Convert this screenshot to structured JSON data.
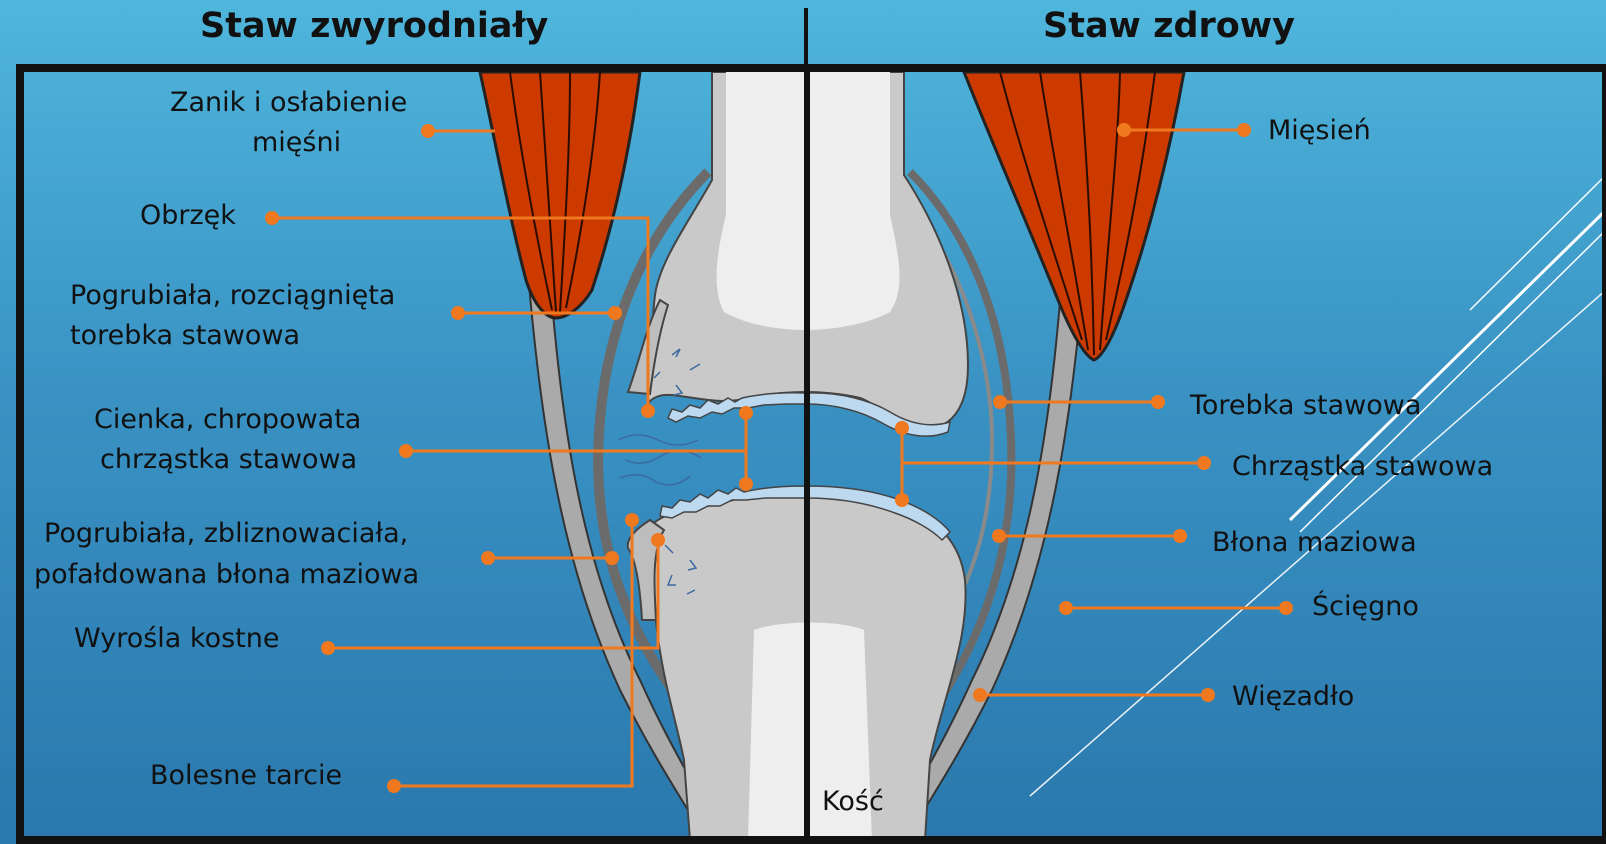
{
  "headings": {
    "degenerated": "Staw zwyrodniały",
    "healthy": "Staw zdrowy"
  },
  "labels_degenerated": [
    {
      "key": "muscle_weakness",
      "lines": [
        "Zanik i osłabienie",
        "mięśni"
      ]
    },
    {
      "key": "swelling",
      "lines": [
        "Obrzęk"
      ]
    },
    {
      "key": "thick_capsule",
      "lines": [
        "Pogrubiała, rozciągnięta",
        "torebka stawowa"
      ]
    },
    {
      "key": "thin_cartilage",
      "lines": [
        "Cienka, chropowata",
        "chrząstka stawowa"
      ]
    },
    {
      "key": "scarred_membrane",
      "lines": [
        "Pogrubiała, zbliznowaciała,",
        "pofałdowana błona maziowa"
      ]
    },
    {
      "key": "bone_spurs",
      "lines": [
        "Wyrośla kostne"
      ]
    },
    {
      "key": "painful_friction",
      "lines": [
        "Bolesne tarcie"
      ]
    }
  ],
  "labels_healthy": [
    {
      "key": "muscle",
      "lines": [
        "Mięsień"
      ]
    },
    {
      "key": "capsule",
      "lines": [
        "Torebka stawowa"
      ]
    },
    {
      "key": "cartilage",
      "lines": [
        "Chrząstka stawowa"
      ]
    },
    {
      "key": "membrane",
      "lines": [
        "Błona maziowa"
      ]
    },
    {
      "key": "tendon",
      "lines": [
        "Ścięgno"
      ]
    },
    {
      "key": "ligament",
      "lines": [
        "Więzadło"
      ]
    }
  ],
  "bone_label": "Kość",
  "colors": {
    "callout": "#f0781e",
    "muscle": "#cc3a00",
    "bone": "#c8c8c8",
    "marrow": "#efefef",
    "cartilage": "#bcd9f0",
    "frame": "#111111"
  }
}
